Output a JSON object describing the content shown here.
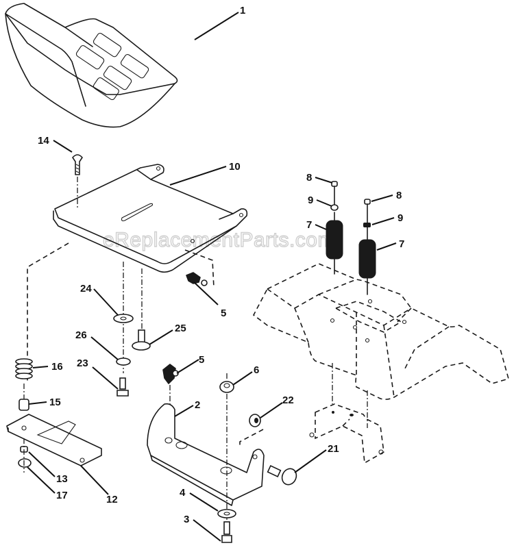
{
  "diagram": {
    "type": "exploded parts diagram",
    "subject": "Riding mower seat assembly",
    "watermark": "eReplacementParts.com",
    "callouts": [
      {
        "id": "c1",
        "label": "1",
        "part": "seat"
      },
      {
        "id": "c14",
        "label": "14",
        "part": "knob / screw"
      },
      {
        "id": "c10",
        "label": "10",
        "part": "seat pan"
      },
      {
        "id": "c8a",
        "label": "8",
        "part": "bolt"
      },
      {
        "id": "c8b",
        "label": "8",
        "part": "bolt"
      },
      {
        "id": "c9a",
        "label": "9",
        "part": "washer"
      },
      {
        "id": "c9b",
        "label": "9",
        "part": "washer"
      },
      {
        "id": "c7a",
        "label": "7",
        "part": "spring / bumper"
      },
      {
        "id": "c7b",
        "label": "7",
        "part": "spring / bumper"
      },
      {
        "id": "c5a",
        "label": "5",
        "part": "clip"
      },
      {
        "id": "c5b",
        "label": "5",
        "part": "clip"
      },
      {
        "id": "c24",
        "label": "24",
        "part": "washer"
      },
      {
        "id": "c25",
        "label": "25",
        "part": "shoulder bolt"
      },
      {
        "id": "c26",
        "label": "26",
        "part": "lock washer"
      },
      {
        "id": "c23",
        "label": "23",
        "part": "bolt"
      },
      {
        "id": "c16",
        "label": "16",
        "part": "spring"
      },
      {
        "id": "c15",
        "label": "15",
        "part": "spacer"
      },
      {
        "id": "c6",
        "label": "6",
        "part": "lock nut"
      },
      {
        "id": "c22",
        "label": "22",
        "part": "nut"
      },
      {
        "id": "c2",
        "label": "2",
        "part": "bracket"
      },
      {
        "id": "c21",
        "label": "21",
        "part": "shoulder bolt"
      },
      {
        "id": "c12",
        "label": "12",
        "part": "slide bracket"
      },
      {
        "id": "c13",
        "label": "13",
        "part": "nut"
      },
      {
        "id": "c17",
        "label": "17",
        "part": "washer"
      },
      {
        "id": "c4",
        "label": "4",
        "part": "washer"
      },
      {
        "id": "c3",
        "label": "3",
        "part": "bolt"
      }
    ]
  }
}
